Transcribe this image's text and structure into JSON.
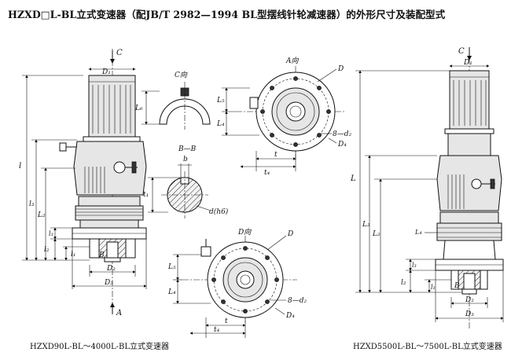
{
  "title": "HZXD□L-BL立式变速器（配JB/T 2982—1994 BL型摆线针轮减速器）的外形尺寸及装配型式",
  "captions": {
    "left": "HZXD90L-BL～4000L-BL立式变速器",
    "right": "HZXD5500L-BL～7500L-BL立式变速器"
  },
  "labels": {
    "C": "C",
    "C_view": "C向",
    "A": "A",
    "A_view": "A向",
    "D_view": "D向",
    "BB": "B—B",
    "b": "b",
    "t1": "t₁",
    "d_h6": "d(h6)",
    "D1": "D₁",
    "D2": "D₂",
    "D3": "D₃",
    "D4": "D₄",
    "D": "D",
    "L": "L",
    "L1": "L₁",
    "L2": "L₂",
    "L3": "L₃",
    "L4": "L₄",
    "L5": "L₅",
    "L6": "L₆",
    "l": "l",
    "l1": "l₁",
    "l2": "l₂",
    "l3": "l₃",
    "t": "t",
    "t4": "t₄",
    "B": "B",
    "n_d2": "8—d₂"
  },
  "colors": {
    "ink": "#111111",
    "body_fill": "#e6e6e6",
    "paper": "#ffffff"
  }
}
